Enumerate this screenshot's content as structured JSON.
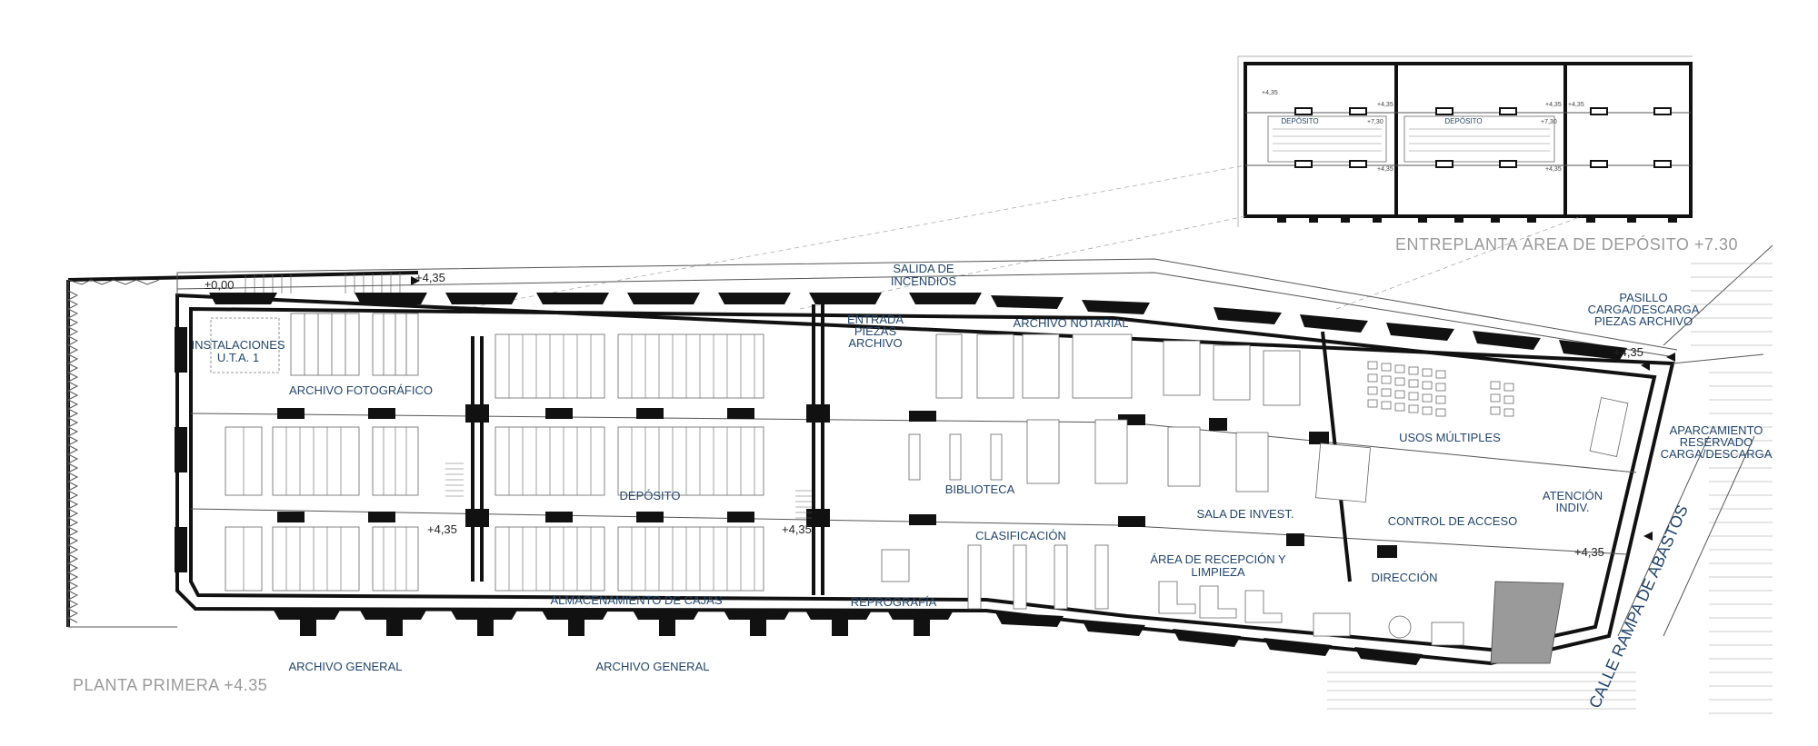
{
  "drawing": {
    "main_title": "PLANTA PRIMERA +4.35",
    "inset_title": "ENTREPLANTA ÁREA DE DEPÓSITO  +7.30",
    "street": "CALLE RAMPA DE ABASTOS"
  },
  "rooms": {
    "instalaciones": "INSTALACIONES",
    "uta": "U.T.A. 1",
    "archivo_fotografico": "ARCHIVO FOTOGRÁFICO",
    "deposito": "DEPÓSITO",
    "almacenamiento": "ALMACENAMIENTO DE CAJAS",
    "archivo_general_1": "ARCHIVO GENERAL",
    "archivo_general_2": "ARCHIVO GENERAL",
    "salida_1": "SALIDA DE",
    "salida_2": "INCENDIOS",
    "entrada_1": "ENTRADA",
    "entrada_2": "PIEZAS",
    "entrada_3": "ARCHIVO",
    "archivo_notarial": "ARCHIVO NOTARIAL",
    "biblioteca": "BIBLIOTECA",
    "clasificacion": "CLASIFICACIÓN",
    "reprografia": "REPROGRAFÍA",
    "sala_invest": "SALA DE INVEST.",
    "recepcion_1": "ÁREA DE RECEPCIÓN Y",
    "recepcion_2": "LIMPIEZA",
    "usos_multiples": "USOS MÚLTIPLES",
    "control_acceso": "CONTROL DE ACCESO",
    "direccion": "DIRECCIÓN",
    "atencion_1": "ATENCIÓN",
    "atencion_2": "INDIV.",
    "pasillo_1": "PASILLO",
    "pasillo_2": "CARGA/DESCARGA",
    "pasillo_3": "PIEZAS ARCHIVO",
    "aparcamiento_1": "APARCAMIENTO",
    "aparcamiento_2": "RESERVADO",
    "aparcamiento_3": "CARGA/DESCARGA"
  },
  "levels": {
    "zero": "±0,00",
    "top": "+4,35",
    "left_mid": "+4,35",
    "center_mid": "+4,35",
    "right_top": "+4,35",
    "right_low": "+4,35"
  },
  "inset": {
    "deposito_a": "DEPÓSITO",
    "deposito_b": "DEPÓSITO",
    "l1": "+4,35",
    "l2": "+4,35",
    "l3": "+7,30",
    "l4": "+7,30",
    "l5": "+4,35",
    "l6": "+4,35",
    "l7": "+4,35",
    "l8": "+4,35"
  }
}
